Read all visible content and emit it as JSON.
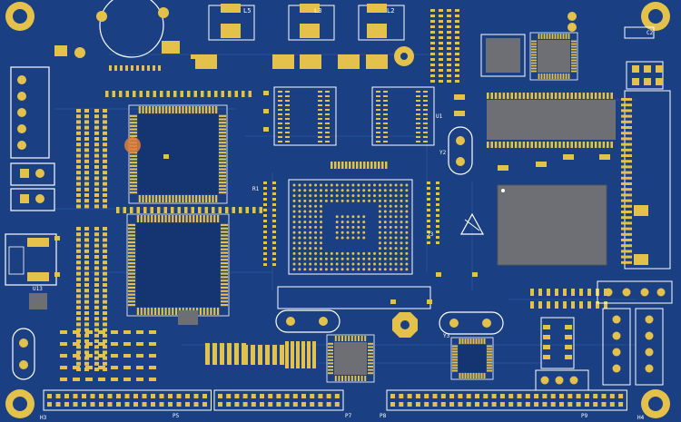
{
  "image": {
    "subject": "pcb-layout-render",
    "palette": {
      "board": "#1a3f82",
      "board_dark": "#143572",
      "trace": "#2b5aa8",
      "pad": "#e4c14a",
      "pad_edge": "#c9a22e",
      "chip": "#6d6f74",
      "chip_dark": "#55575c",
      "silk": "#ffffff",
      "marker": "#e07c3c"
    }
  },
  "labels": {
    "l5": "L5",
    "l3": "L3",
    "l2": "L2",
    "c2": "C2",
    "y2": "Y2",
    "y3": "Y3",
    "u13": "U13",
    "p5": "P5",
    "p7": "P7",
    "p8": "P8",
    "p9": "P9",
    "h3": "H3",
    "h4": "H4",
    "u1": "U1",
    "j3": "J3",
    "r1": "R1"
  }
}
